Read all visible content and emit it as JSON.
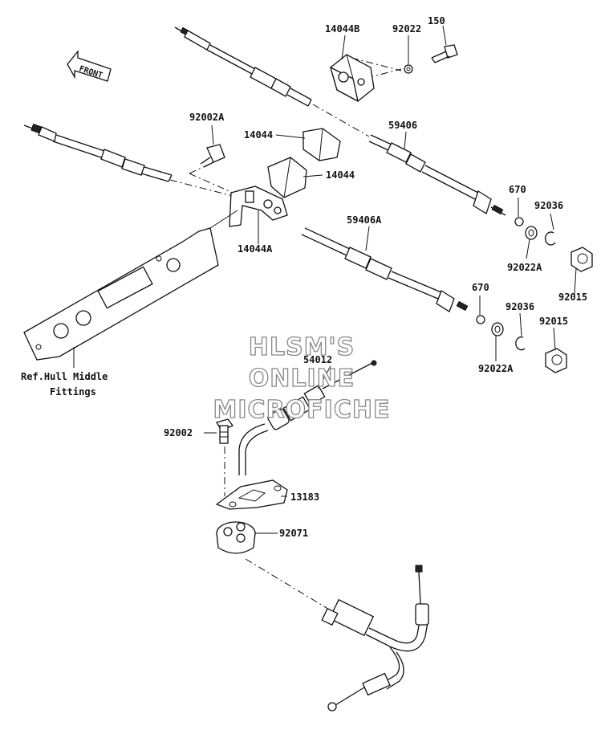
{
  "labels": {
    "p14044B": "14044B",
    "p92022": "92022",
    "p150": "150",
    "p92002A": "92002A",
    "p14044_upper": "14044",
    "p14044_lower": "14044",
    "p59406": "59406",
    "p14044A": "14044A",
    "p670_upper": "670",
    "p92036_upper": "92036",
    "p59406A": "59406A",
    "p92022A_upper": "92022A",
    "p92015_upper": "92015",
    "p670_lower": "670",
    "p92036_lower": "92036",
    "p92015_lower": "92015",
    "p92022A_lower": "92022A",
    "p54012": "54012",
    "p92002": "92002",
    "p13183": "13183",
    "p92071": "92071",
    "ref_line1": "Ref.Hull Middle",
    "ref_line2": "Fittings",
    "front": "FRONT"
  },
  "watermark": {
    "line1": "HLSM'S",
    "line2": "ONLINE",
    "line3": "MICROFICHE"
  }
}
